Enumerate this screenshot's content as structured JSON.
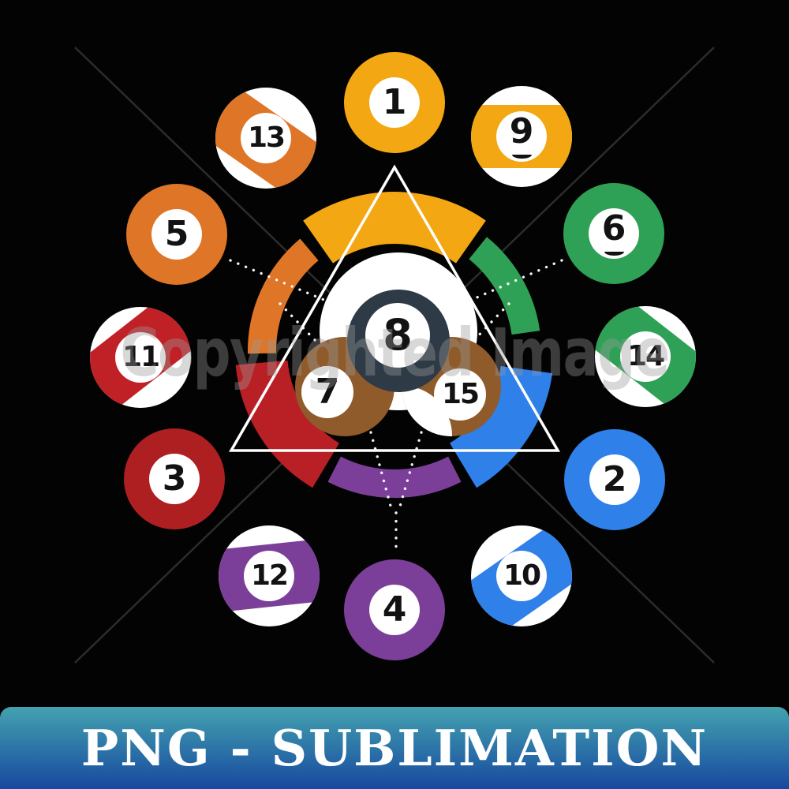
{
  "design": {
    "background": "#030303",
    "watermark_text": "Copyrighted Image",
    "watermark_color": "#9a9a9a",
    "dotted_line_color": "#ffffff"
  },
  "banner": {
    "label": "PNG - SUBLIMATION",
    "gradient_top": "#43A2B0",
    "gradient_bottom": "#17489F",
    "text_color": "#FFFFFF"
  },
  "rack": {
    "triangle_color": "#FFFFFF",
    "ring_segments": [
      {
        "name": "yellow",
        "color": "#F3A713"
      },
      {
        "name": "green",
        "color": "#2FA156"
      },
      {
        "name": "blue",
        "color": "#2F80E9"
      },
      {
        "name": "purple",
        "color": "#7C3F99"
      },
      {
        "name": "red",
        "color": "#B92025"
      },
      {
        "name": "orange",
        "color": "#DE7527"
      }
    ],
    "center_balls": {
      "cue": {
        "color": "#FFFFFF"
      },
      "seven": {
        "number": "7",
        "type": "solid",
        "color": "#8F5B2B"
      },
      "fifteen": {
        "number": "15",
        "type": "stripe",
        "color": "#8F5B2B"
      },
      "eight": {
        "number": "8",
        "type": "solid",
        "color": "#2E3B46"
      }
    }
  },
  "outer_balls": [
    {
      "number": "1",
      "type": "solid",
      "color": "#F3A713",
      "underlined": false
    },
    {
      "number": "9",
      "type": "stripe",
      "color": "#F3A713",
      "underlined": true
    },
    {
      "number": "6",
      "type": "solid",
      "color": "#2FA156",
      "underlined": true
    },
    {
      "number": "14",
      "type": "stripe",
      "color": "#2FA156",
      "underlined": false
    },
    {
      "number": "2",
      "type": "solid",
      "color": "#2F80E9",
      "underlined": false
    },
    {
      "number": "10",
      "type": "stripe",
      "color": "#2F80E9",
      "underlined": false
    },
    {
      "number": "4",
      "type": "solid",
      "color": "#7C3F99",
      "underlined": false
    },
    {
      "number": "12",
      "type": "stripe",
      "color": "#7C3F99",
      "underlined": false
    },
    {
      "number": "3",
      "type": "solid",
      "color": "#AE1F22",
      "underlined": false
    },
    {
      "number": "11",
      "type": "stripe",
      "color": "#C02127",
      "underlined": false
    },
    {
      "number": "5",
      "type": "solid",
      "color": "#DE7527",
      "underlined": false
    },
    {
      "number": "13",
      "type": "stripe",
      "color": "#DE7527",
      "underlined": false
    }
  ]
}
